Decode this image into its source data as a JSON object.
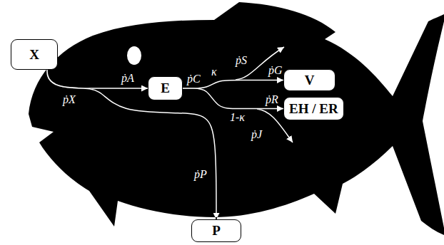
{
  "diagram": {
    "nodes": [
      {
        "text": [
          "X"
        ]
      },
      {
        "text": [
          "E"
        ]
      },
      {
        "text": [
          "V"
        ]
      },
      {
        "text": [
          "EH / ER"
        ]
      },
      {
        "text": [
          "P"
        ]
      }
    ],
    "edges": [
      {
        "from": 0,
        "to": 1,
        "arrow": "to",
        "label": "ṗA"
      },
      {
        "from": 0,
        "to": 4,
        "arrow": "to",
        "label": "ṗP"
      },
      {
        "from": 1,
        "to": 2,
        "arrow": "to",
        "label": "ṗG"
      },
      {
        "from": 1,
        "to": 3,
        "arrow": "to",
        "label": "ṗR"
      }
    ],
    "labels": [
      "ṗX",
      "ṗC",
      "κ",
      "1-κ",
      "ṗS",
      "ṗJ"
    ]
  }
}
